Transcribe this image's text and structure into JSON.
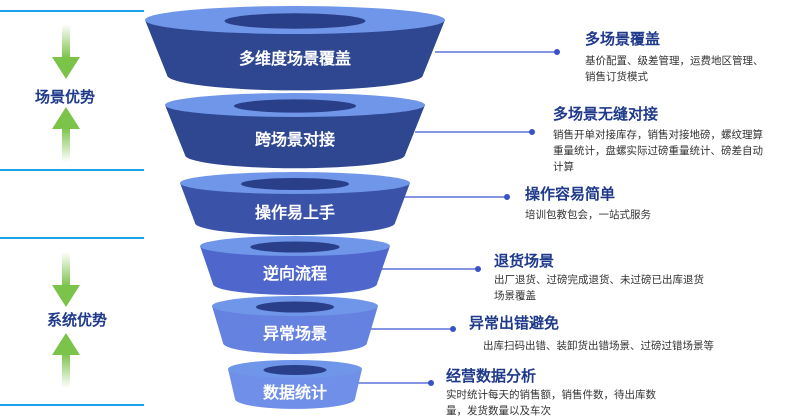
{
  "groups": [
    {
      "label": "场景优势"
    },
    {
      "label": "系统优势"
    }
  ],
  "segments": [
    {
      "label": "多维度场景覆盖",
      "title": "多场景覆盖",
      "desc": [
        "基价配置、级差管理，运费地区管理、",
        "销售订货模式"
      ]
    },
    {
      "label": "跨场景对接",
      "title": "多场景无缝对接",
      "desc": [
        "销售开单对接库存，销售对接地磅，螺纹理算",
        "重量统计，盘螺实际过磅重量统计、磅差自动",
        "计算"
      ]
    },
    {
      "label": "操作易上手",
      "title": "操作容易简单",
      "desc": [
        "培训包教包会，一站式服务"
      ]
    },
    {
      "label": "逆向流程",
      "title": "退货场景",
      "desc": [
        "出厂退货、过磅完成退货、未过磅已出库退货",
        "场景覆盖"
      ]
    },
    {
      "label": "异常场景",
      "title": "异常出错避免",
      "desc": [
        "出库扫码出错、装卸货出错场景、过磅过错场景等"
      ]
    },
    {
      "label": "数据统计",
      "title": "经营数据分析",
      "desc": [
        "实时统计每天的销售额，销售件数，待出库数",
        "量，发货数量以及车次"
      ]
    }
  ],
  "colors": {
    "accent": "#1aa3e8",
    "title": "#1f3a8a",
    "arrow": "#7cc34a"
  }
}
